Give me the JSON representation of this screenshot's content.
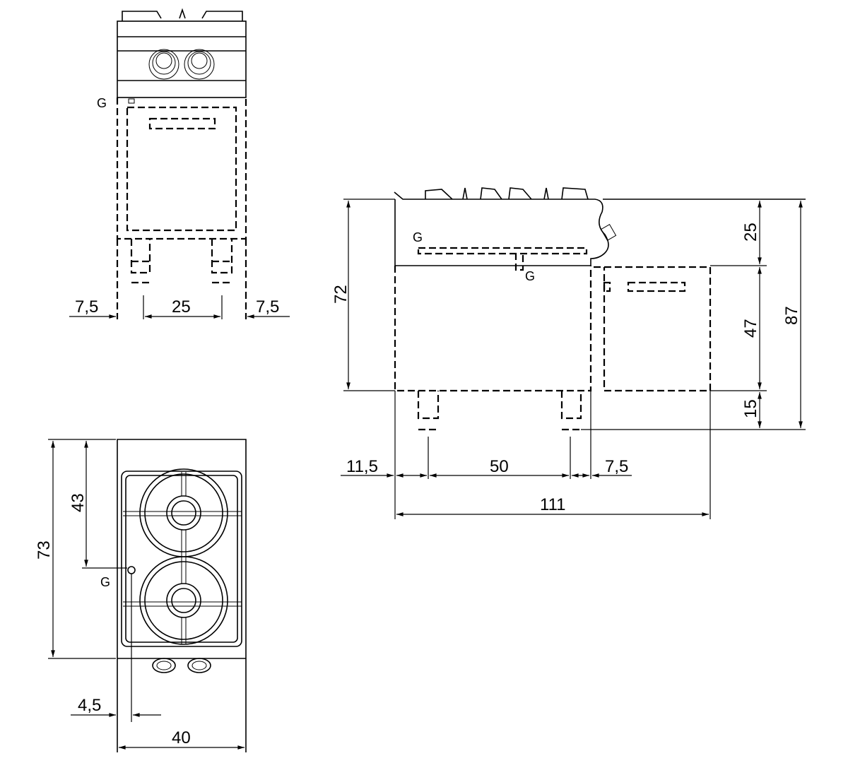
{
  "front_view": {
    "gas_label": "G",
    "dims": {
      "left": "7,5",
      "center": "25",
      "right": "7,5"
    }
  },
  "side_view": {
    "gas_label_top": "G",
    "gas_label_bottom": "G",
    "dims": {
      "total_height": "72",
      "top": "25",
      "middle": "47",
      "bottom": "15",
      "overall_height": "87",
      "left": "11,5",
      "center": "50",
      "right": "7,5",
      "overall_depth": "111"
    }
  },
  "top_view": {
    "gas_label": "G",
    "dims": {
      "depth": "73",
      "gas_offset": "43",
      "gas_side": "4,5",
      "width": "40"
    }
  }
}
